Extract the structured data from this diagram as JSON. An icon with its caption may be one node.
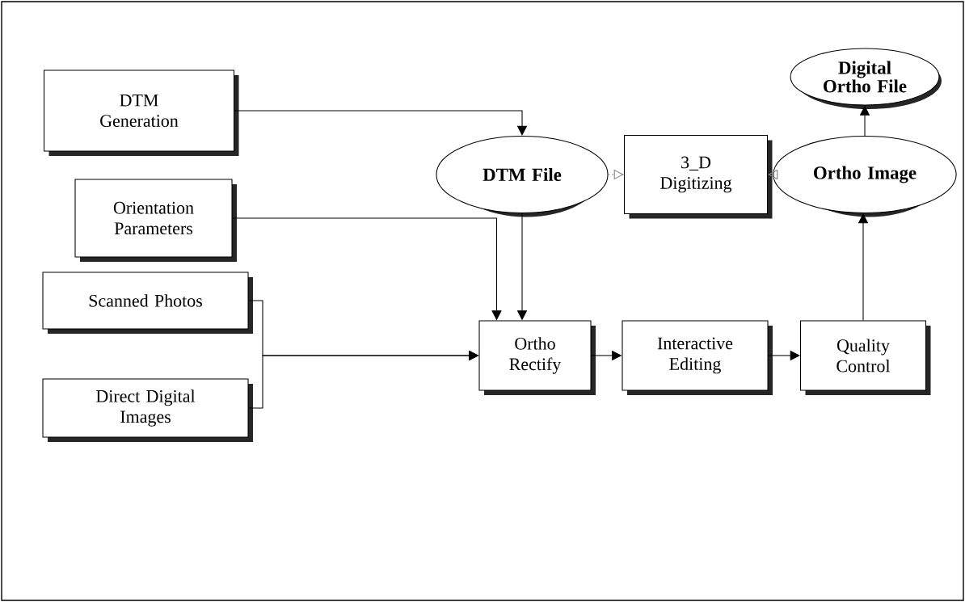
{
  "diagram": {
    "nodes": [
      {
        "text": [
          "DTM Generation"
        ]
      },
      {
        "text": [
          "Orientation Parameters"
        ]
      },
      {
        "text": [
          "Scanned Photos"
        ]
      },
      {
        "text": [
          "Direct Digital Images"
        ]
      },
      {
        "text": [
          "DTM File"
        ]
      },
      {
        "text": [
          "3_D Digitizing"
        ]
      },
      {
        "text": [
          "Ortho Image"
        ]
      },
      {
        "text": [
          "Digital Ortho File"
        ]
      },
      {
        "text": [
          "Ortho Rectify"
        ]
      },
      {
        "text": [
          "Interactive Editing"
        ]
      },
      {
        "text": [
          "Quality Control"
        ]
      }
    ],
    "edges": [
      {
        "from": 0,
        "to": 4,
        "arrow": "to"
      },
      {
        "from": 1,
        "to": 8,
        "arrow": "to"
      },
      {
        "from": 4,
        "to": 8,
        "arrow": "to"
      },
      {
        "from": 2,
        "to": 8,
        "arrow": "to"
      },
      {
        "from": 3,
        "to": 8,
        "arrow": "to"
      },
      {
        "from": 4,
        "to": 5,
        "arrow": "to",
        "style": "dashed",
        "color": "#808080"
      },
      {
        "from": 6,
        "to": 5,
        "arrow": "to",
        "style": "dashed",
        "color": "#808080"
      },
      {
        "from": 8,
        "to": 9,
        "arrow": "to"
      },
      {
        "from": 9,
        "to": 10,
        "arrow": "to"
      },
      {
        "from": 10,
        "to": 6,
        "arrow": "to"
      },
      {
        "from": 6,
        "to": 7,
        "arrow": "to"
      }
    ]
  }
}
